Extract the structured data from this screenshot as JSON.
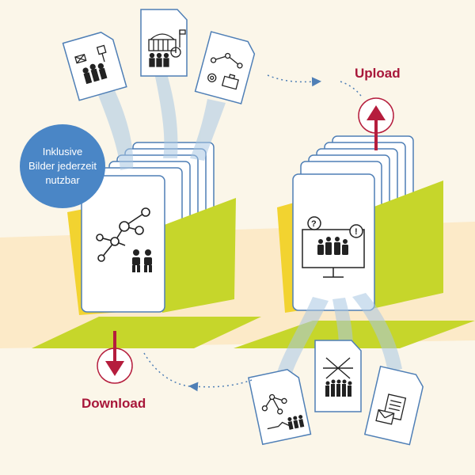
{
  "badge": {
    "lines": [
      "Inklusive",
      "Bilder jederzeit",
      "nutzbar"
    ]
  },
  "upload": {
    "label": "Upload"
  },
  "download": {
    "label": "Download"
  },
  "colors": {
    "background": "#fbf6e9",
    "band": "#fbe8c2",
    "folder_green": "#c6d62b",
    "folder_green_dark": "#a9ba1e",
    "folder_yellow": "#f2d330",
    "card_border": "#4f7fb6",
    "flow_blue": "#a9c7e3",
    "arrow_red": "#b51d3d",
    "badge_blue": "#4a86c6"
  },
  "icons": [
    "meeting-placard-icon",
    "parliament-building-icon",
    "network-gear-icon",
    "network-people-icon",
    "presentation-screen-icon",
    "network-handshake-icon",
    "protest-group-icon",
    "documents-envelope-icon",
    "upload-arrow-icon",
    "download-arrow-icon"
  ]
}
